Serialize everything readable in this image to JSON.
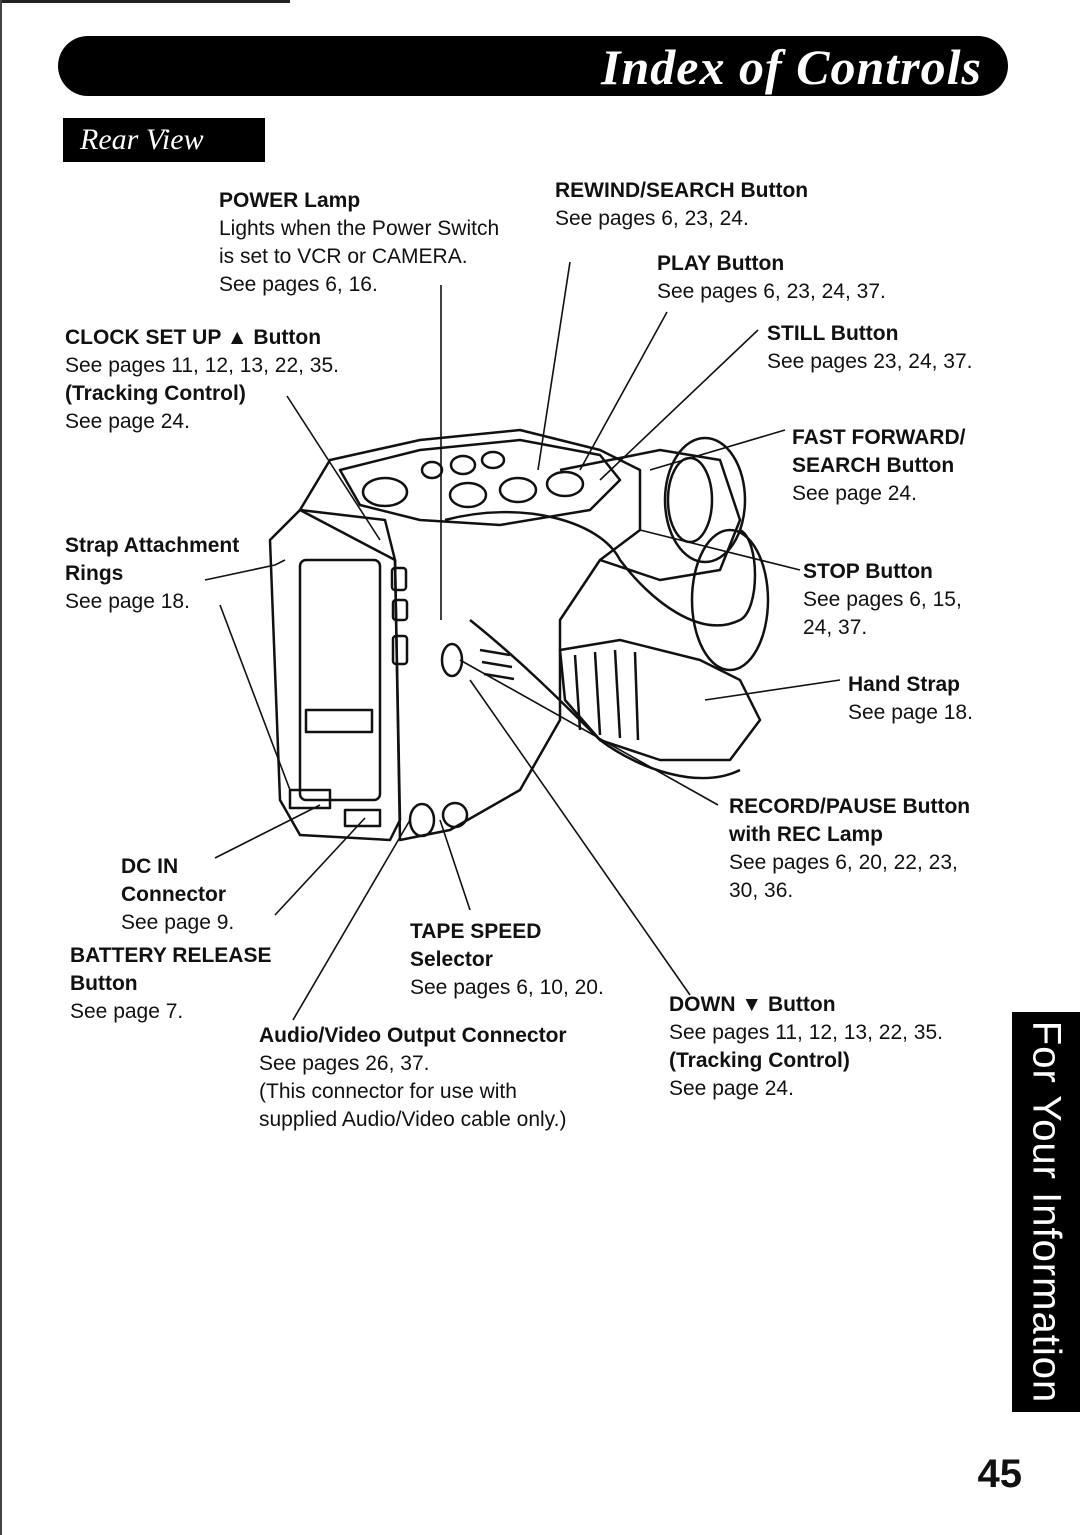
{
  "header": {
    "title": "Index of Controls",
    "section": "Rear View"
  },
  "labels": {
    "power_lamp": {
      "title": "POWER Lamp",
      "lines": [
        "Lights when the Power Switch",
        "is set to VCR or CAMERA.",
        "See pages 6, 16."
      ]
    },
    "rewind": {
      "title": "REWIND/SEARCH Button",
      "lines": [
        "See pages 6, 23, 24."
      ]
    },
    "play": {
      "title": "PLAY Button",
      "lines": [
        "See pages 6, 23, 24, 37."
      ]
    },
    "still": {
      "title": "STILL Button",
      "lines": [
        "See pages 23, 24, 37."
      ]
    },
    "clock_set": {
      "title": "CLOCK SET UP ▲ Button",
      "lines": [
        "See pages 11, 12, 13, 22, 35.",
        "(Tracking Control)",
        "See page 24."
      ]
    },
    "fast_forward": {
      "title": "FAST FORWARD/",
      "title2": "SEARCH Button",
      "lines": [
        "See page 24."
      ]
    },
    "strap_rings": {
      "title": "Strap Attachment",
      "title2": "Rings",
      "lines": [
        "See page 18."
      ]
    },
    "stop": {
      "title": "STOP Button",
      "lines": [
        "See pages 6, 15,",
        "24, 37."
      ]
    },
    "hand_strap": {
      "title": "Hand Strap",
      "lines": [
        "See page 18."
      ]
    },
    "record_pause": {
      "title": "RECORD/PAUSE Button",
      "title2": "with REC Lamp",
      "lines": [
        "See pages 6, 20, 22, 23,",
        "30, 36."
      ]
    },
    "dc_in": {
      "title": "DC IN",
      "title2": "Connector",
      "lines": [
        "See page 9."
      ]
    },
    "tape_speed": {
      "title": "TAPE SPEED",
      "title2": "Selector",
      "lines": [
        "See pages 6, 10, 20."
      ]
    },
    "battery_release": {
      "title": "BATTERY RELEASE",
      "title2": "Button",
      "lines": [
        "See page 7."
      ]
    },
    "down": {
      "title": "DOWN ▼ Button",
      "lines": [
        "See pages 11, 12, 13, 22, 35.",
        "(Tracking Control)",
        "See page 24."
      ]
    },
    "av_output": {
      "title": "Audio/Video Output  Connector",
      "lines": [
        "See pages 26, 37.",
        "(This connector for use with",
        "supplied Audio/Video cable only.)"
      ]
    }
  },
  "side_tab": "For Your Information",
  "page_number": "45"
}
